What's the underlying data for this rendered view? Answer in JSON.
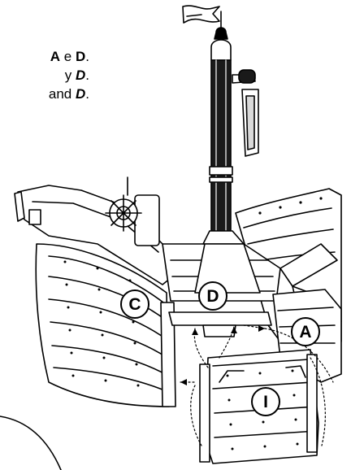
{
  "instructions": [
    {
      "prefix": "",
      "a": "A",
      "joiner": " e ",
      "d": "D",
      "suffix": "."
    },
    {
      "prefix": "",
      "a": "",
      "joiner": "y ",
      "d": "D",
      "suffix": "."
    },
    {
      "prefix": "",
      "a": "",
      "joiner": " and ",
      "d": "D",
      "suffix": "."
    }
  ],
  "callouts": {
    "a": "A",
    "c": "C",
    "d": "D",
    "i": "I"
  },
  "colors": {
    "line": "#000000",
    "fill": "#ffffff",
    "shade": "#d9d9d9",
    "dark": "#1a1a1a"
  }
}
